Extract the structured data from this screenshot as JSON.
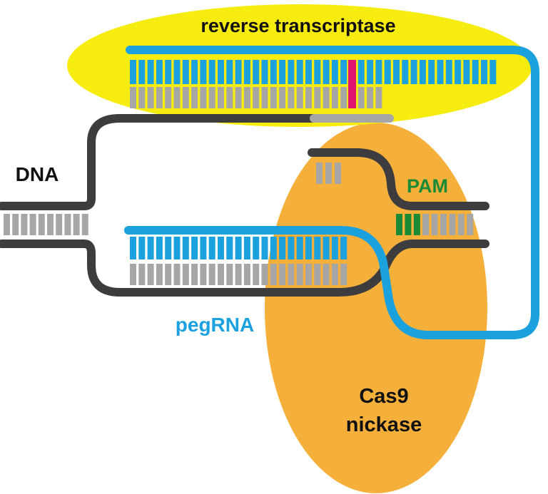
{
  "labels": {
    "reverse_transcriptase": "reverse transcriptase",
    "dna": "DNA",
    "pam": "PAM",
    "pegrna": "pegRNA",
    "cas9_line1": "Cas9",
    "cas9_line2": "nickase"
  },
  "colors": {
    "rt_body": "#f7ec0f",
    "cas9_body": "#f4b03a",
    "rna_blue": "#1ba1dd",
    "dna_dark": "#3d3d3f",
    "base_gray": "#a6a6a6",
    "edit_magenta": "#e0146e",
    "pam_green": "#1a8a35",
    "label_black": "#111111"
  }
}
